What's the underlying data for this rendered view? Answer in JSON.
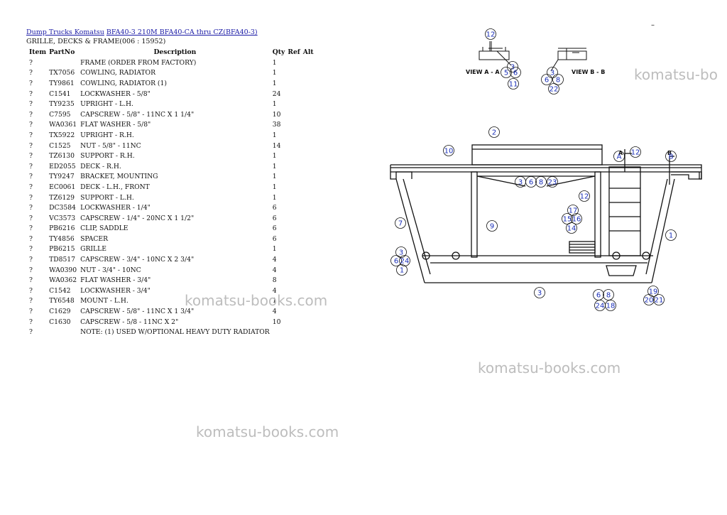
{
  "breadcrumb": {
    "link1": "Dump Trucks Komatsu",
    "link2": "BFA40-3 210M BFA40-CA thru CZ(BFA40-3)"
  },
  "page_title": "GRILLE, DECKS & FRAME(006 : 15952)",
  "top_dash": "–",
  "table": {
    "headers": {
      "item": "Item",
      "partno": "PartNo",
      "desc": "Description",
      "qty": "Qty",
      "ref": "Ref",
      "alt": "Alt"
    },
    "rows": [
      {
        "item": "?",
        "partno": "",
        "desc": "FRAME (ORDER FROM FACTORY)",
        "qty": "1"
      },
      {
        "item": "?",
        "partno": "TX7056",
        "desc": "COWLING, RADIATOR",
        "qty": "1"
      },
      {
        "item": "?",
        "partno": "TY9861",
        "desc": "COWLING, RADIATOR (1)",
        "qty": "1"
      },
      {
        "item": "?",
        "partno": "C1541",
        "desc": "LOCKWASHER - 5/8\"",
        "qty": "24"
      },
      {
        "item": "?",
        "partno": "TY9235",
        "desc": "UPRIGHT - L.H.",
        "qty": "1"
      },
      {
        "item": "?",
        "partno": "C7595",
        "desc": "CAPSCREW - 5/8\" - 11NC X 1 1/4\"",
        "qty": "10"
      },
      {
        "item": "?",
        "partno": "WA0361",
        "desc": "FLAT WASHER - 5/8\"",
        "qty": "38"
      },
      {
        "item": "?",
        "partno": "TX5922",
        "desc": "UPRIGHT - R.H.",
        "qty": "1"
      },
      {
        "item": "?",
        "partno": "C1525",
        "desc": "NUT - 5/8\" - 11NC",
        "qty": "14"
      },
      {
        "item": "?",
        "partno": "TZ6130",
        "desc": "SUPPORT - R.H.",
        "qty": "1"
      },
      {
        "item": "?",
        "partno": "ED2055",
        "desc": "DECK - R.H.",
        "qty": "1"
      },
      {
        "item": "?",
        "partno": "TY9247",
        "desc": "BRACKET, MOUNTING",
        "qty": "1"
      },
      {
        "item": "?",
        "partno": "EC0061",
        "desc": "DECK - L.H., FRONT",
        "qty": "1"
      },
      {
        "item": "?",
        "partno": "TZ6129",
        "desc": "SUPPORT - L.H.",
        "qty": "1"
      },
      {
        "item": "?",
        "partno": "DC3584",
        "desc": "LOCKWASHER - 1/4\"",
        "qty": "6"
      },
      {
        "item": "?",
        "partno": "VC3573",
        "desc": "CAPSCREW - 1/4\" - 20NC X 1 1/2\"",
        "qty": "6"
      },
      {
        "item": "?",
        "partno": "PB6216",
        "desc": "CLIP, SADDLE",
        "qty": "6"
      },
      {
        "item": "?",
        "partno": "TY4856",
        "desc": "SPACER",
        "qty": "6"
      },
      {
        "item": "?",
        "partno": "PB6215",
        "desc": "GRILLE",
        "qty": "1"
      },
      {
        "item": "?",
        "partno": "TD8517",
        "desc": "CAPSCREW - 3/4\" - 10NC X 2 3/4\"",
        "qty": "4"
      },
      {
        "item": "?",
        "partno": "WA0390",
        "desc": "NUT - 3/4\" - 10NC",
        "qty": "4"
      },
      {
        "item": "?",
        "partno": "WA0362",
        "desc": "FLAT WASHER - 3/4\"",
        "qty": "8"
      },
      {
        "item": "?",
        "partno": "C1542",
        "desc": "LOCKWASHER - 3/4\"",
        "qty": "4"
      },
      {
        "item": "?",
        "partno": "TY6548",
        "desc": "MOUNT - L.H.",
        "qty": "1"
      },
      {
        "item": "?",
        "partno": "C1629",
        "desc": "CAPSCREW - 5/8\" - 11NC X 1 3/4\"",
        "qty": "4"
      },
      {
        "item": "?",
        "partno": "C1630",
        "desc": "CAPSCREW - 5/8 - 11NC X 2\"",
        "qty": "10"
      },
      {
        "item": "?",
        "partno": "",
        "desc": "NOTE: (1) USED W/OPTIONAL HEAVY DUTY RADIATOR",
        "qty": ""
      }
    ]
  },
  "watermarks": [
    "komatsu-bo",
    "komatsu-books.com",
    "komatsu-books.com",
    "komatsu-books.com"
  ],
  "diagram": {
    "view_a": "VIEW A - A",
    "view_b": "VIEW B - B",
    "marker_a": "A",
    "marker_b": "B",
    "callouts": [
      "12",
      "3",
      "5",
      "6",
      "11",
      "3",
      "6",
      "8",
      "22",
      "2",
      "10",
      "A",
      "12",
      "B",
      "3",
      "6",
      "8",
      "23",
      "12",
      "9",
      "7",
      "17",
      "15",
      "16",
      "14",
      "1",
      "3",
      "6",
      "24",
      "1",
      "3",
      "6",
      "8",
      "24",
      "18",
      "19",
      "20",
      "21"
    ]
  }
}
